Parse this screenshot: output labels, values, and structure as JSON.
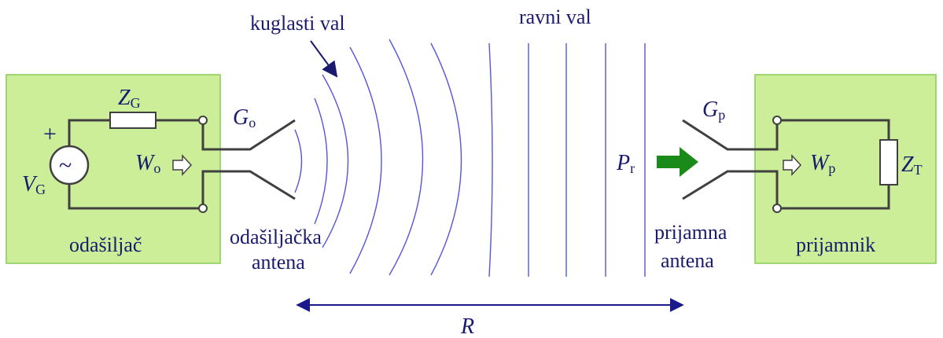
{
  "labels": {
    "transmitter": "odašiljač",
    "transmit_antenna_line1": "odašiljačka",
    "transmit_antenna_line2": "antena",
    "spherical_wave": "kuglasti val",
    "plane_wave": "ravni val",
    "receive_antenna_line1": "prijamna",
    "receive_antenna_line2": "antena",
    "receiver": "prijamnik",
    "distance": "R"
  },
  "symbols": {
    "source_voltage": {
      "main": "V",
      "sub": "G"
    },
    "generator_impedance": {
      "main": "Z",
      "sub": "G"
    },
    "transmit_power": {
      "main": "W",
      "sub": "o"
    },
    "transmit_gain": {
      "main": "G",
      "sub": "o"
    },
    "received_power_density": {
      "main": "P",
      "sub": "r"
    },
    "receive_gain": {
      "main": "G",
      "sub": "p"
    },
    "receive_power": {
      "main": "W",
      "sub": "p"
    },
    "load_impedance": {
      "main": "Z",
      "sub": "T"
    },
    "plus_sign": "+",
    "tilde": "~"
  },
  "colors": {
    "box_fill": "#ccee99",
    "box_stroke": "#88cc55",
    "wire": "#404040",
    "wave": "#5555dd",
    "arrow_green": "#1a8a1a",
    "text": "#1a1a6e"
  }
}
